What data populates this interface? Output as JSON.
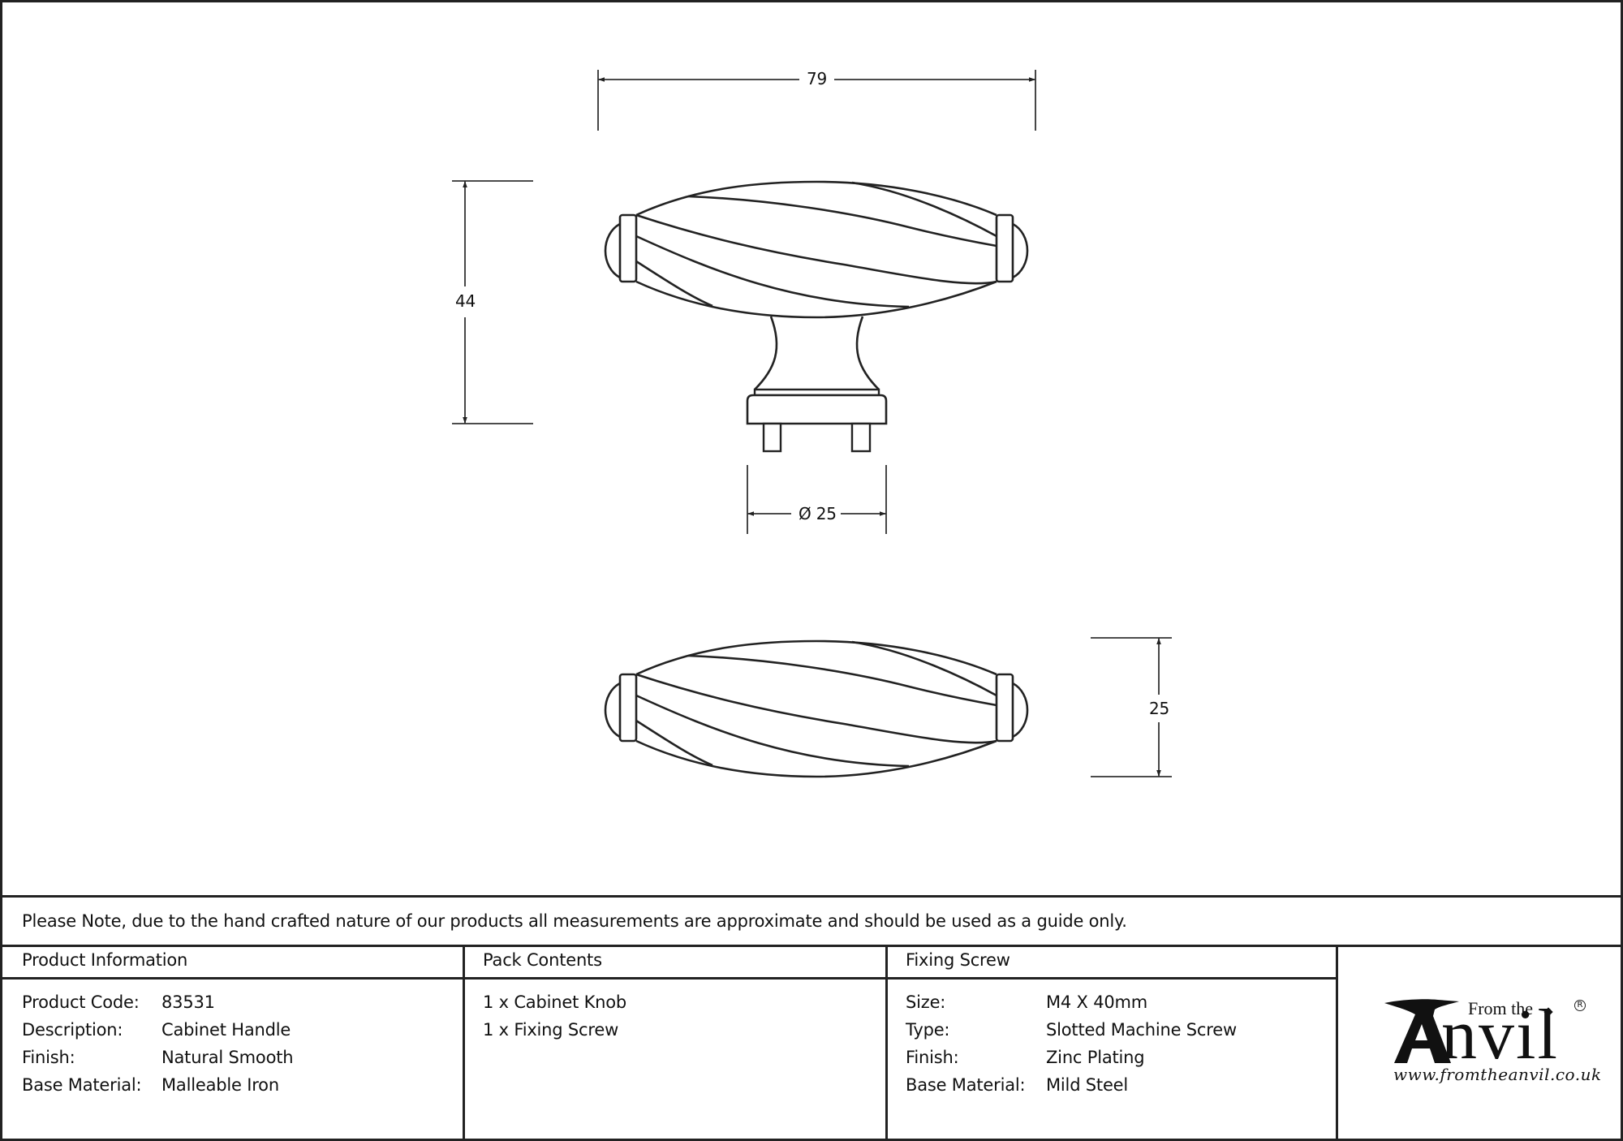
{
  "drawing": {
    "dimensions": {
      "width_label": "79",
      "height_label": "44",
      "base_diameter_label": "Ø 25",
      "depth_label": "25"
    },
    "views": [
      "front-elevation",
      "top-plan"
    ]
  },
  "note": "Please Note, due to the hand crafted nature of our products all measurements are approximate and should be used as a guide only.",
  "product_information": {
    "heading": "Product Information",
    "rows": [
      {
        "label": "Product Code:",
        "value": "83531"
      },
      {
        "label": "Description:",
        "value": "Cabinet Handle"
      },
      {
        "label": "Finish:",
        "value": "Natural Smooth"
      },
      {
        "label": "Base Material:",
        "value": "Malleable Iron"
      }
    ]
  },
  "pack_contents": {
    "heading": "Pack Contents",
    "items": [
      "1 x Cabinet Knob",
      "1 x Fixing Screw"
    ]
  },
  "fixing_screw": {
    "heading": "Fixing Screw",
    "rows": [
      {
        "label": "Size:",
        "value": "M4 X 40mm"
      },
      {
        "label": "Type:",
        "value": "Slotted Machine Screw"
      },
      {
        "label": "Finish:",
        "value": "Zinc Plating"
      },
      {
        "label": "Base Material:",
        "value": "Mild Steel"
      }
    ]
  },
  "logo": {
    "from_the": "From the",
    "anvil_rest": "nvil",
    "url": "www.fromtheanvil.co.uk",
    "registered": "R"
  },
  "colors": {
    "line": "#222222",
    "background": "#ffffff"
  }
}
